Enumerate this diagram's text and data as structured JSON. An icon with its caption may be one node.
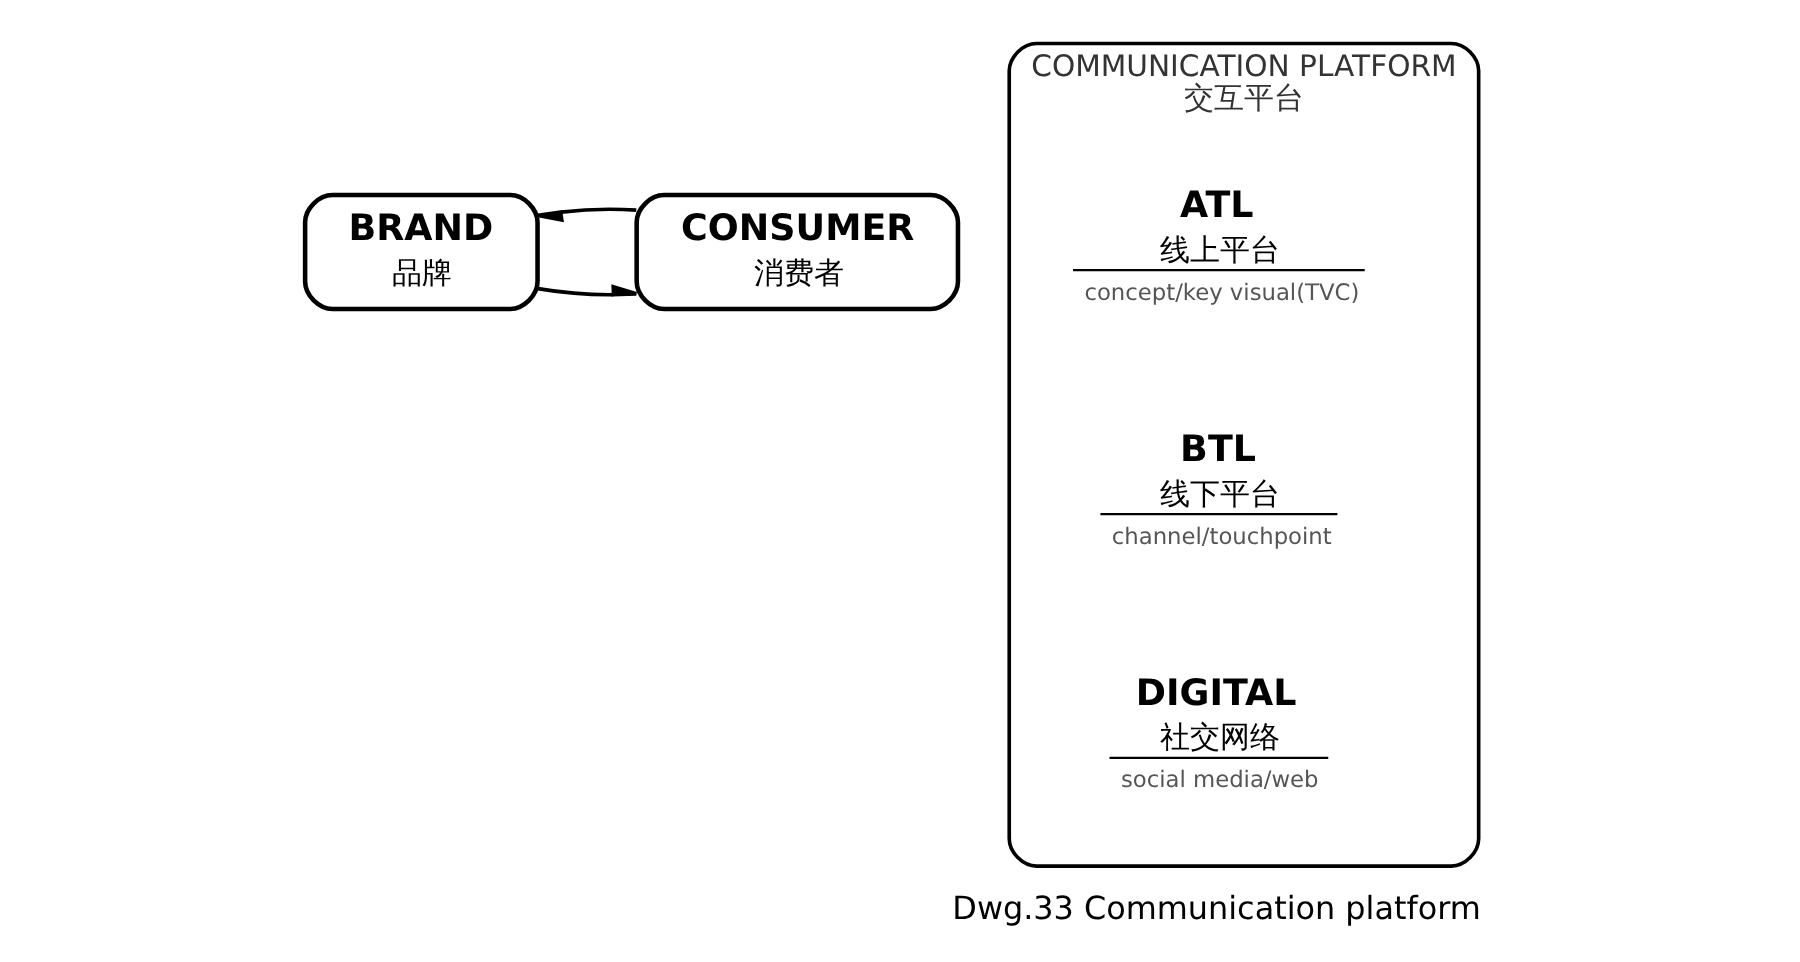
{
  "diagram": {
    "caption": "Dwg.33 Communication platform",
    "nodes": [
      {
        "text": [
          "BRAND",
          "品牌"
        ]
      },
      {
        "text": [
          "COMMUNICATION PLATFORM",
          "交互平台"
        ]
      },
      {
        "text": [
          "ATL",
          "线上平台",
          "concept/key visual(TVC)"
        ],
        "in": 1
      },
      {
        "text": [
          "BTL",
          "线下平台",
          "channel/touchpoint"
        ],
        "in": 1
      },
      {
        "text": [
          "DIGITAL",
          "社交网络",
          "social media/web"
        ],
        "in": 1
      },
      {
        "text": [
          "CONSUMER",
          "消费者"
        ]
      }
    ],
    "edges": [
      {
        "from": 0,
        "to": 5,
        "arrow": "to"
      },
      {
        "from": 5,
        "to": 0,
        "arrow": "to"
      }
    ]
  }
}
